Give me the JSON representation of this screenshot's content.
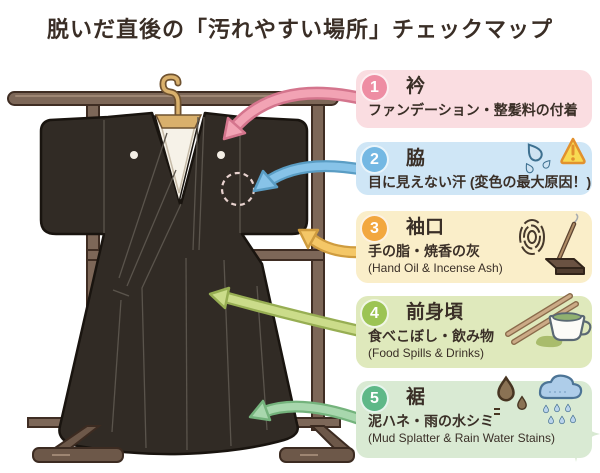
{
  "title": "脱いだ直後の「汚れやすい場所」チェックマップ",
  "items": [
    {
      "number": "1",
      "label": "衿",
      "desc": "ファンデーション・整髪料の付着",
      "desc_en": "",
      "accent": "#ee8da3",
      "bg": "#fadde1",
      "arrow_fill": "#f2a3b4",
      "arrow_stroke": "#d4758d",
      "icons": [
        "pink-arrow"
      ]
    },
    {
      "number": "2",
      "label": "脇",
      "desc": "目に見えない汗 (変色の最大原因！)",
      "desc_en": "",
      "accent": "#74b8e3",
      "bg": "#cfe6f6",
      "arrow_fill": "#87c3e8",
      "arrow_stroke": "#5a9dc4",
      "icons": [
        "sweat-drops-icon",
        "warning-icon"
      ]
    },
    {
      "number": "3",
      "label": "袖口",
      "desc": "手の脂・焼香の灰",
      "desc_en": "(Hand Oil & Incense Ash)",
      "accent": "#f2a73f",
      "bg": "#faeec9",
      "arrow_fill": "#f4c767",
      "arrow_stroke": "#cf9c3f",
      "icons": [
        "fingerprint-icon",
        "incense-icon"
      ]
    },
    {
      "number": "4",
      "label": "前身頃",
      "desc": "食べこぼし・飲み物",
      "desc_en": "(Food Spills & Drinks)",
      "accent": "#9cc454",
      "bg": "#dfe9bc",
      "arrow_fill": "#cbdc8a",
      "arrow_stroke": "#97ae53",
      "icons": [
        "chopsticks-icon",
        "teacup-icon"
      ]
    },
    {
      "number": "5",
      "label": "裾",
      "desc": "泥ハネ・雨の水シミ",
      "desc_en": "(Mud Splatter & Rain Water Stains)",
      "accent": "#5eb888",
      "bg": "#d9ead3",
      "arrow_fill": "#a8d7ad",
      "arrow_stroke": "#74b37c",
      "icons": [
        "mud-drops-icon",
        "rain-cloud-icon"
      ]
    }
  ],
  "illustration": {
    "name": "black-kimono-on-wooden-rack",
    "kimono": "#312b25",
    "kimono_outline": "#19140f",
    "rack": "#7d6758",
    "rack_outline": "#3f2d23",
    "rack_feet": "#6d5849",
    "hanger": "#d9b06c",
    "hanger_outline": "#6f5230",
    "collar_inner": "#f6f2e8",
    "crest": "#f4efe6",
    "sparkle": "#d8e9d2"
  }
}
